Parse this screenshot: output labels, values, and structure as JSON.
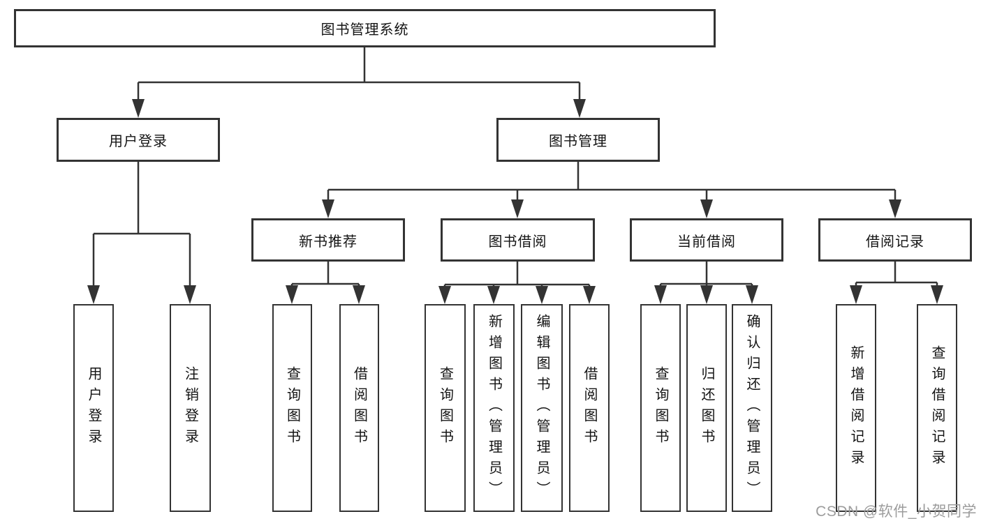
{
  "diagram": {
    "tree": {
      "label": "图书管理系统",
      "children": [
        {
          "label": "用户登录",
          "children": [
            {
              "label": "用户登录"
            },
            {
              "label": "注销登录"
            }
          ]
        },
        {
          "label": "图书管理",
          "children": [
            {
              "label": "新书推荐",
              "children": [
                {
                  "label": "查询图书"
                },
                {
                  "label": "借阅图书"
                }
              ]
            },
            {
              "label": "图书借阅",
              "children": [
                {
                  "label": "查询图书"
                },
                {
                  "label": "新增图书（管理员）"
                },
                {
                  "label": "编辑图书（管理员）"
                },
                {
                  "label": "借阅图书"
                }
              ]
            },
            {
              "label": "当前借阅",
              "children": [
                {
                  "label": "查询图书"
                },
                {
                  "label": "归还图书"
                },
                {
                  "label": "确认归还（管理员）"
                }
              ]
            },
            {
              "label": "借阅记录",
              "children": [
                {
                  "label": "新增借阅记录"
                },
                {
                  "label": "查询借阅记录"
                }
              ]
            }
          ]
        }
      ]
    },
    "colors": {
      "line": "#333333",
      "box_border": "#333333",
      "box_fill": "#ffffff",
      "text": "#141414",
      "watermark": "#9c9c9c"
    }
  },
  "watermark": {
    "text": "CSDN @软件_小贺同学"
  }
}
